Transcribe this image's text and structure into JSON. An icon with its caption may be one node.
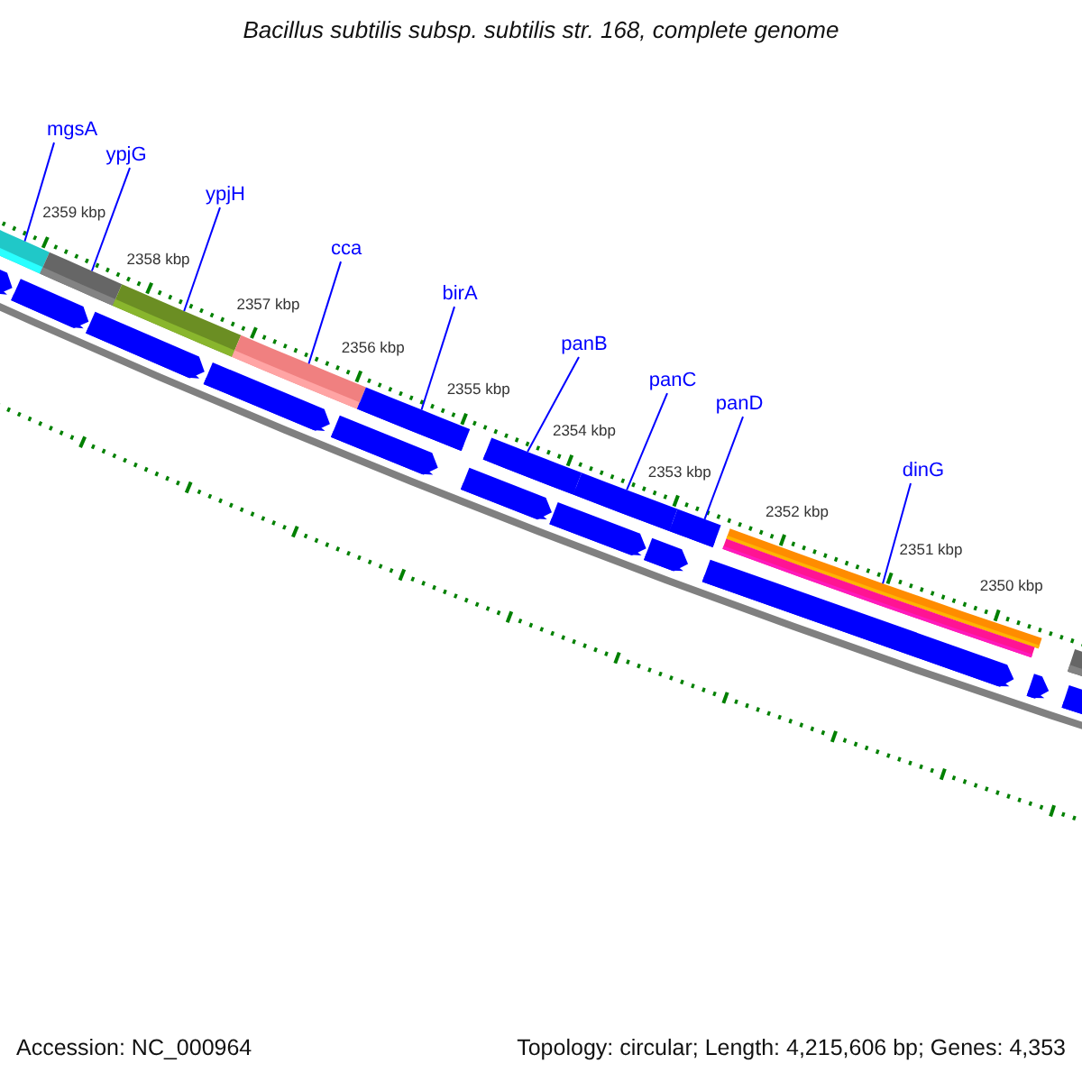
{
  "diagram": {
    "title": "Bacillus subtilis subsp. subtilis str. 168, complete genome",
    "nodes": [
      {
        "text": [
          "mgsA"
        ]
      },
      {
        "text": [
          "ypjG"
        ]
      },
      {
        "text": [
          "ypjH"
        ]
      },
      {
        "text": [
          "cca"
        ]
      },
      {
        "text": [
          "birA"
        ]
      },
      {
        "text": [
          "panB"
        ]
      },
      {
        "text": [
          "panC"
        ]
      },
      {
        "text": [
          "panD"
        ]
      },
      {
        "text": [
          "dinG"
        ]
      },
      {
        "text": [],
        "shape": "bar"
      },
      {
        "text": [],
        "shape": "bar"
      },
      {
        "text": [],
        "shape": "bar"
      },
      {
        "text": [],
        "shape": "bar"
      },
      {
        "text": [],
        "shape": "bar"
      },
      {
        "text": [],
        "shape": "bar"
      },
      {
        "text": [],
        "shape": "bar"
      },
      {
        "text": [],
        "shape": "bar"
      },
      {
        "text": [],
        "shape": "bar"
      },
      {
        "text": [],
        "shape": "bar"
      },
      {
        "text": [],
        "shape": "bar"
      },
      {
        "text": [],
        "shape": "bar"
      },
      {
        "text": [],
        "shape": "bar"
      },
      {
        "text": [],
        "shape": "bar"
      },
      {
        "text": [],
        "shape": "bar"
      },
      {
        "text": [],
        "shape": "bar"
      },
      {
        "text": [],
        "shape": "bar"
      },
      {
        "text": [],
        "shape": "bar"
      },
      {
        "text": [],
        "shape": "bar"
      },
      {
        "text": [],
        "shape": "bar"
      },
      {
        "text": [],
        "shape": "bar"
      },
      {
        "text": [],
        "shape": "bar"
      }
    ],
    "edges": [
      {
        "from": 0,
        "to": 9,
        "arrow": "none"
      },
      {
        "from": 1,
        "to": 10,
        "arrow": "none"
      },
      {
        "from": 2,
        "to": 11,
        "arrow": "none"
      },
      {
        "from": 3,
        "to": 12,
        "arrow": "none"
      },
      {
        "from": 4,
        "to": 13,
        "arrow": "none"
      },
      {
        "from": 5,
        "to": 14,
        "arrow": "none"
      },
      {
        "from": 6,
        "to": 15,
        "arrow": "none"
      },
      {
        "from": 7,
        "to": 16,
        "arrow": "none"
      },
      {
        "from": 8,
        "to": 17,
        "arrow": "none"
      }
    ],
    "labels": [
      "2359 kbp",
      "2358 kbp",
      "2357 kbp",
      "2356 kbp",
      "2355 kbp",
      "2354 kbp",
      "2353 kbp",
      "2352 kbp",
      "2351 kbp",
      "2350 kbp",
      "Accession: NC_000964",
      "Topology: circular; Length: 4,215,606 bp; Genes: 4,353"
    ]
  }
}
